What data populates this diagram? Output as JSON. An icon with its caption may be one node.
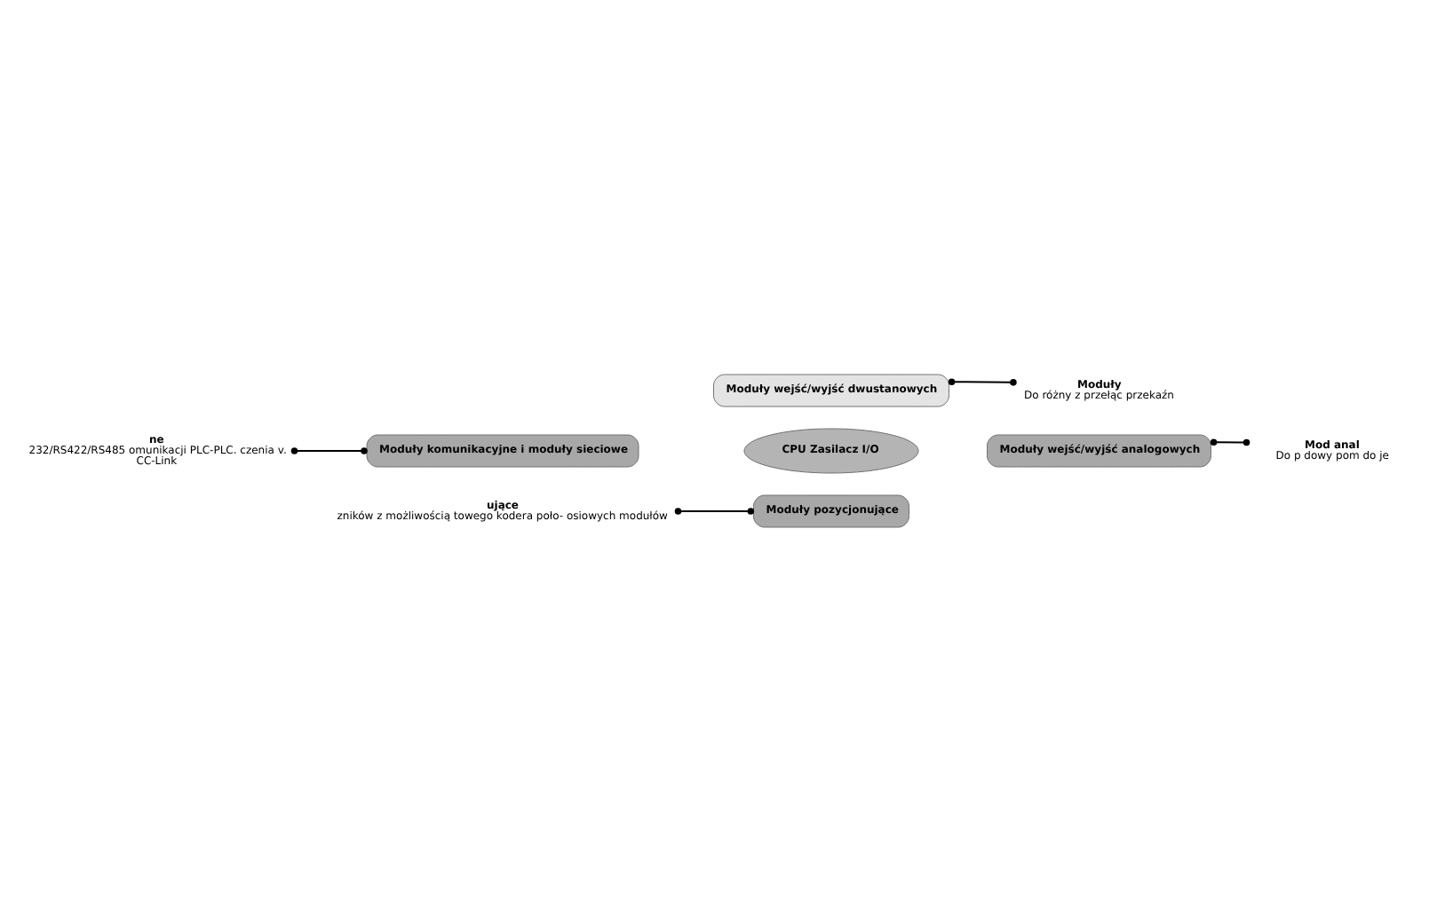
{
  "diagram": {
    "nodes": [
      {
        "text": [
          "ne",
          "232/RS422/RS485 omunikacji PLC-PLC. czenia v.",
          "CC-Link"
        ]
      },
      {
        "text": [
          "Moduły",
          "Do różny z przełąc przekaźn"
        ]
      },
      {
        "text": [
          "Moduły wejść/wyjść dwustanowych"
        ]
      },
      {
        "text": [
          "Moduły komunikacyjne i moduły sieciowe"
        ]
      },
      {
        "text": [
          "CPU Zasilacz I/O"
        ]
      },
      {
        "text": [
          "Moduły wejść/wyjść analogowych"
        ]
      },
      {
        "text": [
          "Moduły pozycjonujące"
        ]
      },
      {
        "text": [
          "Mod anal",
          "Do p dowy pom do je"
        ]
      },
      {
        "text": [
          "ujące",
          "zników z możliwością towego kodera poło- osiowych modułów"
        ]
      }
    ],
    "edges": [
      {
        "from": 1,
        "to": 2,
        "arrow": "other"
      },
      {
        "from": 0,
        "to": 3,
        "arrow": "other"
      },
      {
        "from": 7,
        "to": 5,
        "arrow": "other"
      },
      {
        "from": 8,
        "to": 6,
        "arrow": "other"
      }
    ]
  }
}
